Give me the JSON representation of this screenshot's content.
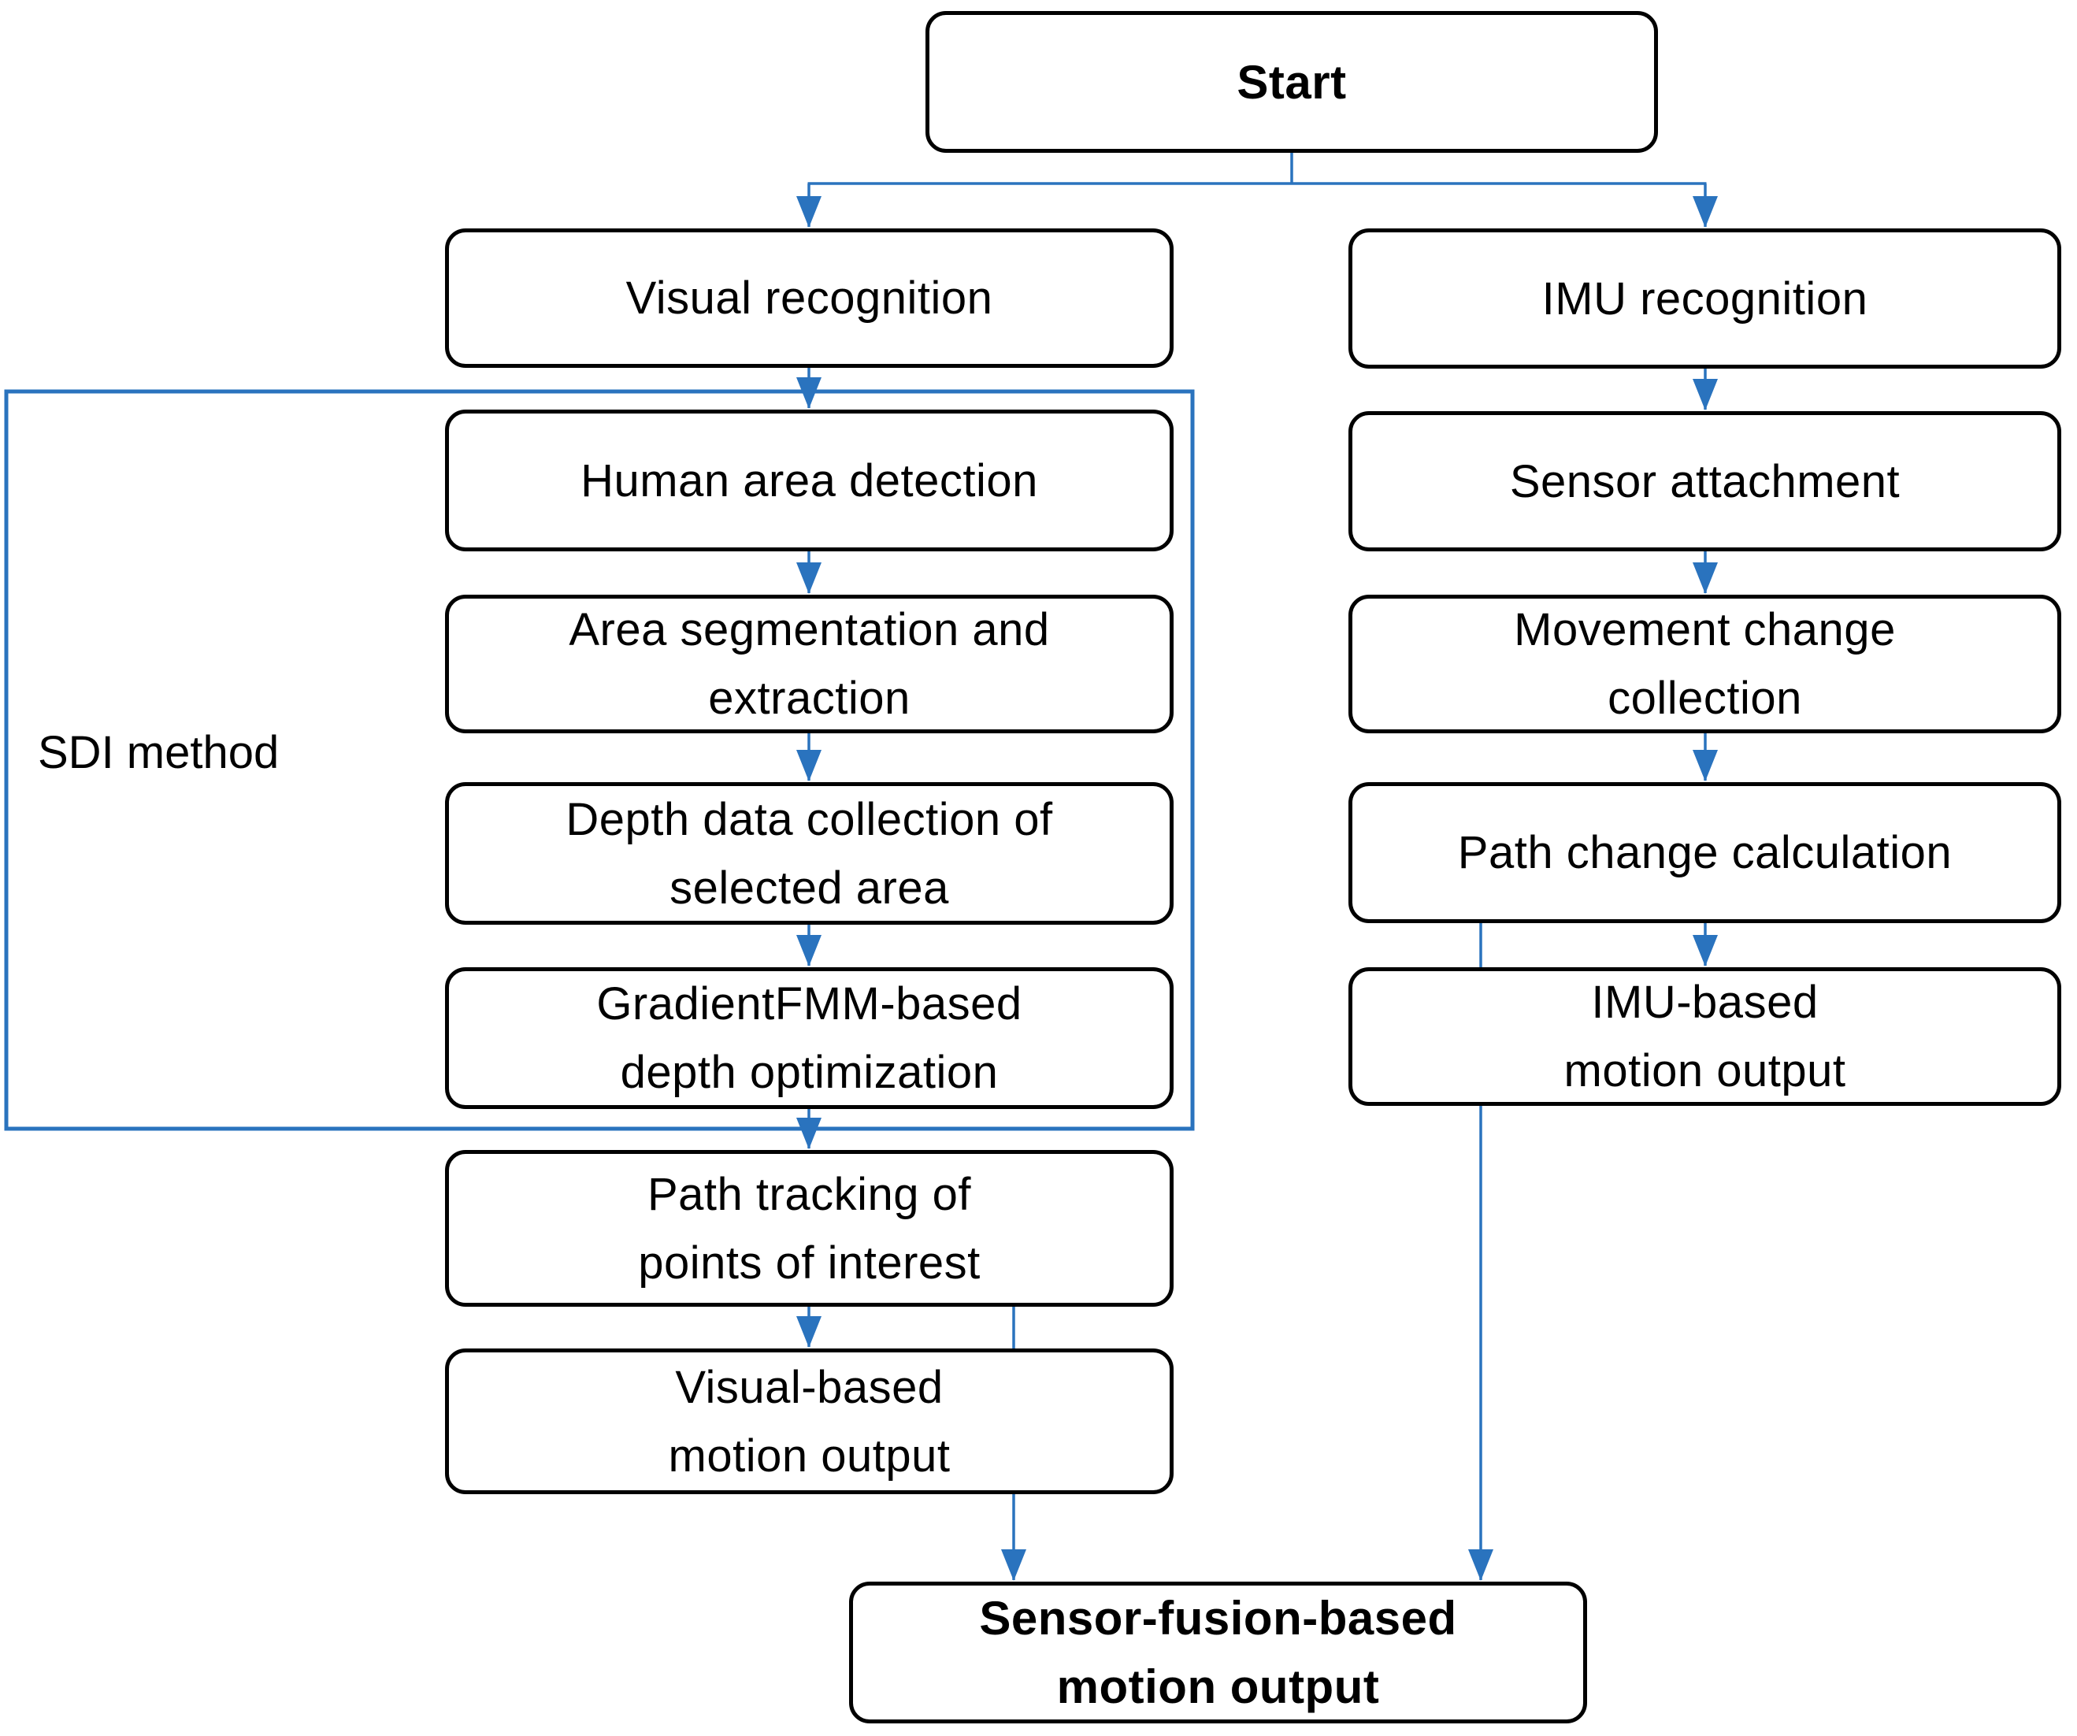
{
  "diagram": {
    "type": "flowchart",
    "colors": {
      "connector_blue": "#2A73BE",
      "box_border": "#000000",
      "box_fill": "#FFFFFF",
      "group_border": "#2A73BE",
      "text": "#000000",
      "background": "#FFFFFF"
    },
    "group": {
      "id": "sdi-method",
      "label": "SDI method",
      "contains": [
        "human-area-detection",
        "area-segmentation-extraction",
        "depth-data-collection",
        "gradientfmm-depth-optimization"
      ]
    },
    "nodes": [
      {
        "id": "start",
        "label": "Start",
        "bold": true
      },
      {
        "id": "visual-recognition",
        "label": "Visual recognition",
        "bold": false
      },
      {
        "id": "imu-recognition",
        "label": "IMU recognition",
        "bold": false
      },
      {
        "id": "human-area-detection",
        "label": "Human area detection",
        "bold": false
      },
      {
        "id": "sensor-attachment",
        "label": "Sensor attachment",
        "bold": false
      },
      {
        "id": "area-segmentation-extraction",
        "label": "Area segmentation and\nextraction",
        "bold": false
      },
      {
        "id": "movement-change-collection",
        "label": "Movement change\ncollection",
        "bold": false
      },
      {
        "id": "depth-data-collection",
        "label": "Depth data collection of\nselected area",
        "bold": false
      },
      {
        "id": "path-change-calculation",
        "label": "Path change calculation",
        "bold": false
      },
      {
        "id": "gradientfmm-depth-optimization",
        "label": "GradientFMM-based\ndepth optimization",
        "bold": false
      },
      {
        "id": "imu-based-motion-output",
        "label": "IMU-based\nmotion output",
        "bold": false
      },
      {
        "id": "path-tracking",
        "label": "Path tracking of\npoints of interest",
        "bold": false
      },
      {
        "id": "visual-based-motion-output",
        "label": "Visual-based\nmotion output",
        "bold": false
      },
      {
        "id": "sensor-fusion-motion-output",
        "label": "Sensor-fusion-based\nmotion output",
        "bold": true
      }
    ],
    "edges": [
      {
        "from": "start",
        "to": "visual-recognition"
      },
      {
        "from": "start",
        "to": "imu-recognition"
      },
      {
        "from": "visual-recognition",
        "to": "human-area-detection"
      },
      {
        "from": "human-area-detection",
        "to": "area-segmentation-extraction"
      },
      {
        "from": "area-segmentation-extraction",
        "to": "depth-data-collection"
      },
      {
        "from": "depth-data-collection",
        "to": "gradientfmm-depth-optimization"
      },
      {
        "from": "gradientfmm-depth-optimization",
        "to": "path-tracking"
      },
      {
        "from": "path-tracking",
        "to": "visual-based-motion-output"
      },
      {
        "from": "path-tracking",
        "to": "sensor-fusion-motion-output"
      },
      {
        "from": "imu-recognition",
        "to": "sensor-attachment"
      },
      {
        "from": "sensor-attachment",
        "to": "movement-change-collection"
      },
      {
        "from": "movement-change-collection",
        "to": "path-change-calculation"
      },
      {
        "from": "path-change-calculation",
        "to": "imu-based-motion-output"
      },
      {
        "from": "path-change-calculation",
        "to": "sensor-fusion-motion-output"
      }
    ]
  }
}
